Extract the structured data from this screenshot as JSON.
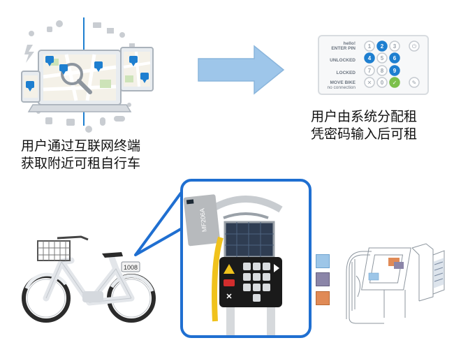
{
  "steps": {
    "step1_caption": [
      "用户通过互联网终端",
      "获取附近可租自行车"
    ],
    "step2_caption": [
      "用户由系统分配租",
      "凭密码输入后可租"
    ]
  },
  "keypad": {
    "rows": [
      {
        "line1": "hello!",
        "line2": "ENTER PIN"
      },
      {
        "line1": "UNLOCKED",
        "line2": ""
      },
      {
        "line1": "LOCKED",
        "line2": ""
      },
      {
        "line1": "MOVE BIKE",
        "line2": "no connection"
      }
    ],
    "keys": [
      "1",
      "2",
      "3",
      "4",
      "5",
      "6",
      "7",
      "8",
      "9",
      "0"
    ],
    "highlighted_keys": [
      "2",
      "4",
      "6",
      "9"
    ]
  },
  "bike": {
    "basket_plate": "1008",
    "card_text": "MF206A"
  },
  "colors": {
    "arrow": "#9ec6ea",
    "accent_blue": "#1e7fd0",
    "callout_border": "#1f6fd1",
    "ok_green": "#7cc04b"
  }
}
